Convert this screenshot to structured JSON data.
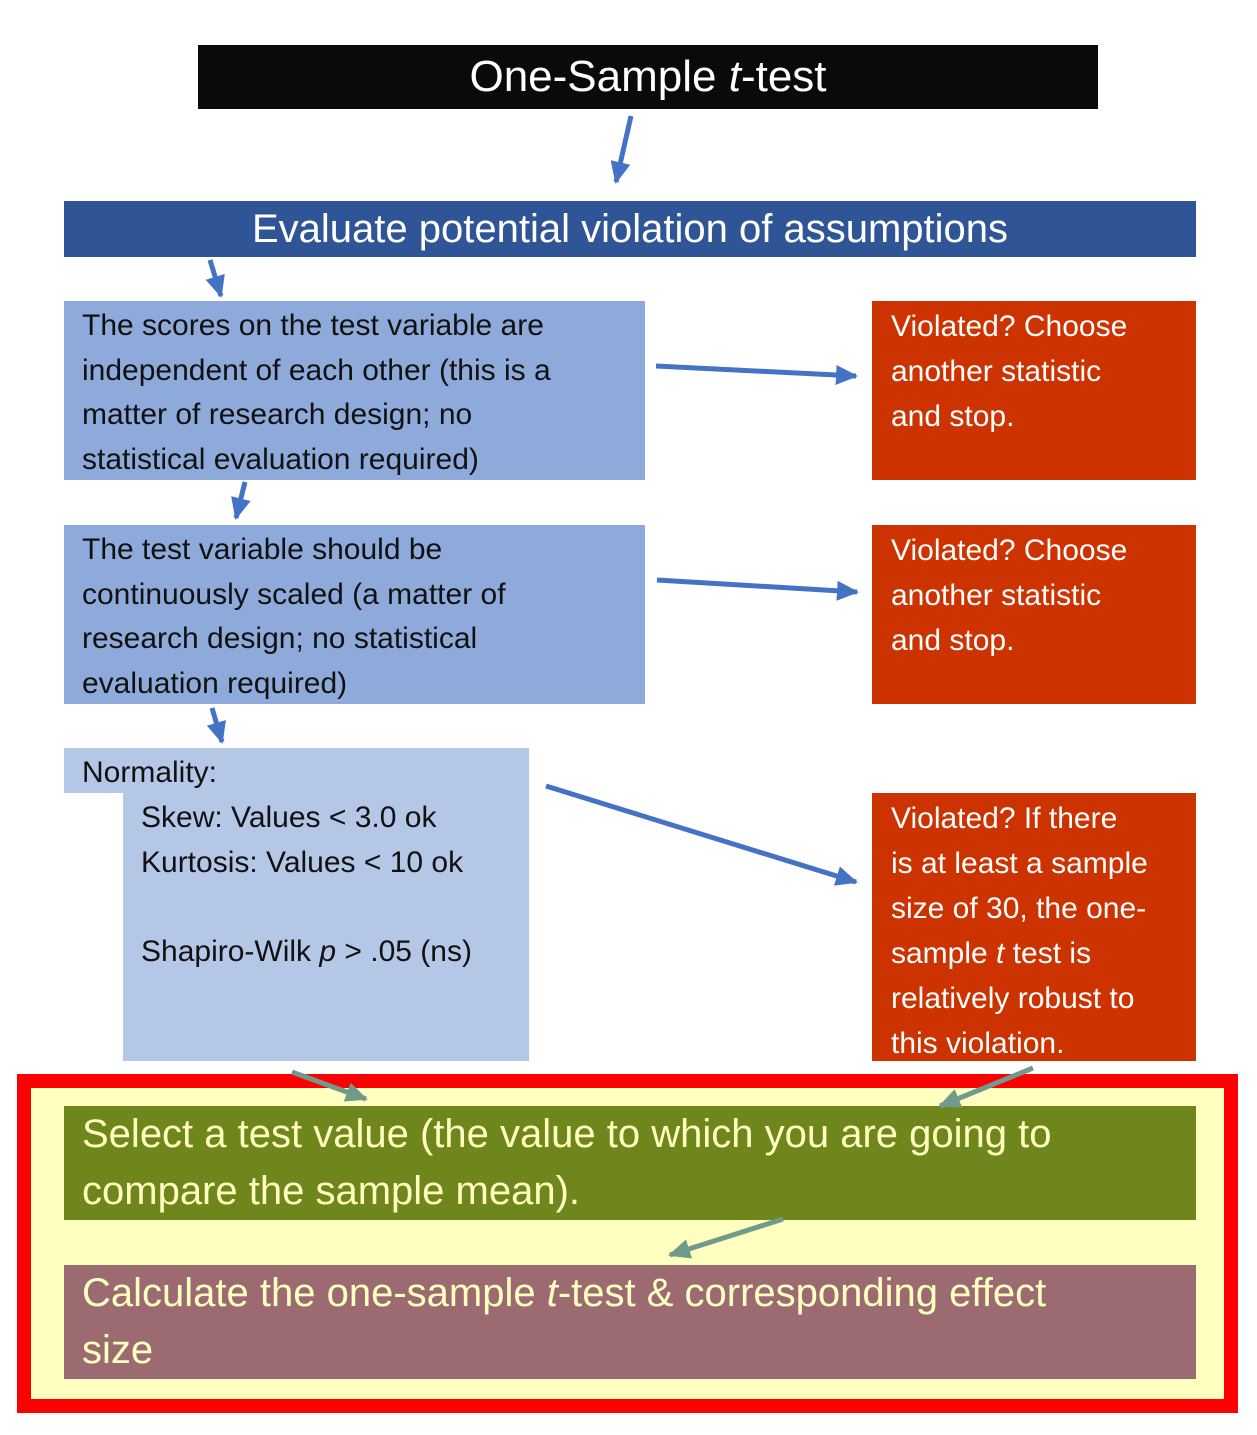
{
  "title": {
    "prefix": "One-Sample ",
    "italic": "t",
    "suffix": "-test"
  },
  "header": "Evaluate potential violation of assumptions",
  "assumptions": [
    {
      "lines": [
        "The scores on the test variable are",
        "independent of each other (this is a",
        "matter of research design; no",
        "statistical evaluation required)"
      ]
    },
    {
      "lines": [
        "The test variable should be",
        "continuously scaled (a matter of",
        "research design; no statistical",
        "evaluation required)"
      ]
    }
  ],
  "normality": {
    "heading": "Normality:",
    "skew": "Skew:  Values < 3.0 ok",
    "kurtosis": "Kurtosis: Values < 10 ok",
    "shapiro_prefix": "Shapiro-Wilk ",
    "shapiro_italic": "p",
    "shapiro_suffix": " > .05 (ns)"
  },
  "violations": [
    {
      "lines": [
        "Violated?  Choose",
        "another statistic",
        "and stop."
      ]
    },
    {
      "lines": [
        "Violated?  Choose",
        "another statistic",
        "and stop."
      ]
    },
    {
      "line1": "Violated?  If there",
      "line2": "is at least a sample",
      "line3": "size of 30, the one-",
      "line4_prefix": "sample ",
      "line4_italic": "t",
      "line4_suffix": " test is",
      "line5": "relatively robust to",
      "line6": "this violation."
    }
  ],
  "select_test_value": {
    "line1": "Select a test value (the value to which you are going to",
    "line2": "compare the sample mean)."
  },
  "calculate": {
    "line1_prefix": "Calculate the one-sample ",
    "line1_italic": "t",
    "line1_suffix": "-test & corresponding effect",
    "line2": "size"
  },
  "colors": {
    "title_bg": "#0a0a0a",
    "header_bg": "#2f5597",
    "assumption_bg": "#8eaadb",
    "normality_bg": "#b4c7e7",
    "violation_bg": "#cc3300",
    "highlight_frame": "#ff0000",
    "highlight_fill": "#ffffc0",
    "select_bg": "#6e861b",
    "calculate_bg": "#9c6b72",
    "arrow_blue": "#4472c4",
    "arrow_teal": "#6f9a8c"
  }
}
